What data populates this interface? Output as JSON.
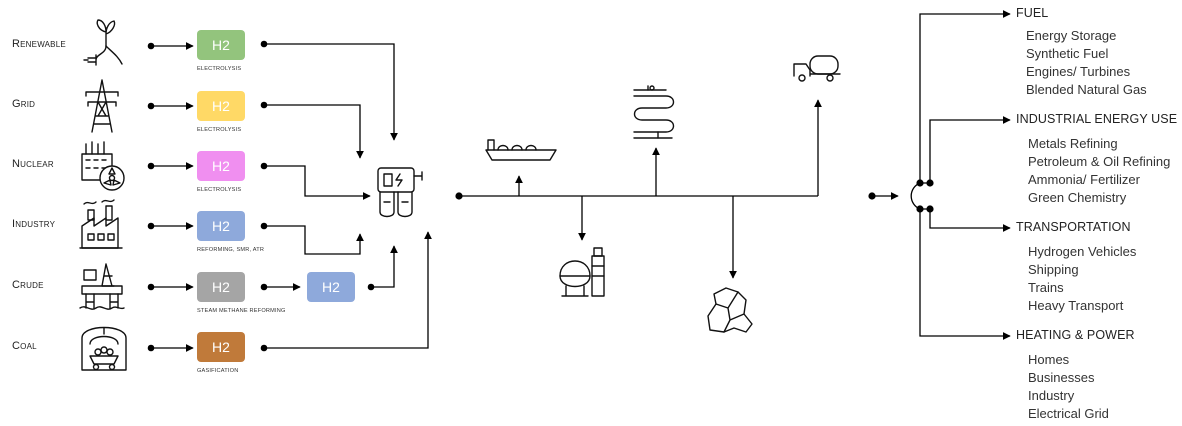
{
  "sources": [
    {
      "label": "Renewable",
      "icon": "plant-plug-icon",
      "box_label": "H2",
      "box_color": "#93c47d",
      "process": "Electrolysis"
    },
    {
      "label": "Grid",
      "icon": "power-tower-icon",
      "box_label": "H2",
      "box_color": "#ffd966",
      "process": "Electrolysis"
    },
    {
      "label": "Nuclear",
      "icon": "nuclear-plant-icon",
      "box_label": "H2",
      "box_color": "#f08ff0",
      "process": "Electrolysis"
    },
    {
      "label": "Industry",
      "icon": "factory-icon",
      "box_label": "H2",
      "box_color": "#8ea9db",
      "process": "Reforming, SMR, ATR"
    },
    {
      "label": "Crude",
      "icon": "oil-rig-icon",
      "box_label": "H2",
      "box_color": "#a5a5a5",
      "process": "Steam Methane Reforming",
      "secondary_box_label": "H2",
      "secondary_box_color": "#8ea9db"
    },
    {
      "label": "Coal",
      "icon": "coal-mine-icon",
      "box_label": "H2",
      "box_color": "#c07a3a",
      "process": "Gasification"
    }
  ],
  "uses": [
    {
      "label": "FUEL",
      "items": [
        "Energy Storage",
        "Synthetic Fuel",
        "Engines/ Turbines",
        "Blended Natural Gas"
      ]
    },
    {
      "label": "INDUSTRIAL ENERGY USE",
      "items": [
        "Metals Refining",
        "Petroleum & Oil Refining",
        "Ammonia/ Fertilizer",
        "Green Chemistry"
      ]
    },
    {
      "label": "TRANSPORTATION",
      "items": [
        "Hydrogen Vehicles",
        "Shipping",
        "Trains",
        "Heavy Transport"
      ]
    },
    {
      "label": "HEATING & POWER",
      "items": [
        "Homes",
        "Businesses",
        "Industry",
        "Electrical Grid"
      ]
    }
  ],
  "distribution_icons": [
    "tanker-ship-icon",
    "pipeline-icon",
    "tanker-truck-icon",
    "storage-tank-icon",
    "underground-storage-icon",
    "hydrogen-storage-icon"
  ],
  "colors": {
    "line": "#000000"
  }
}
